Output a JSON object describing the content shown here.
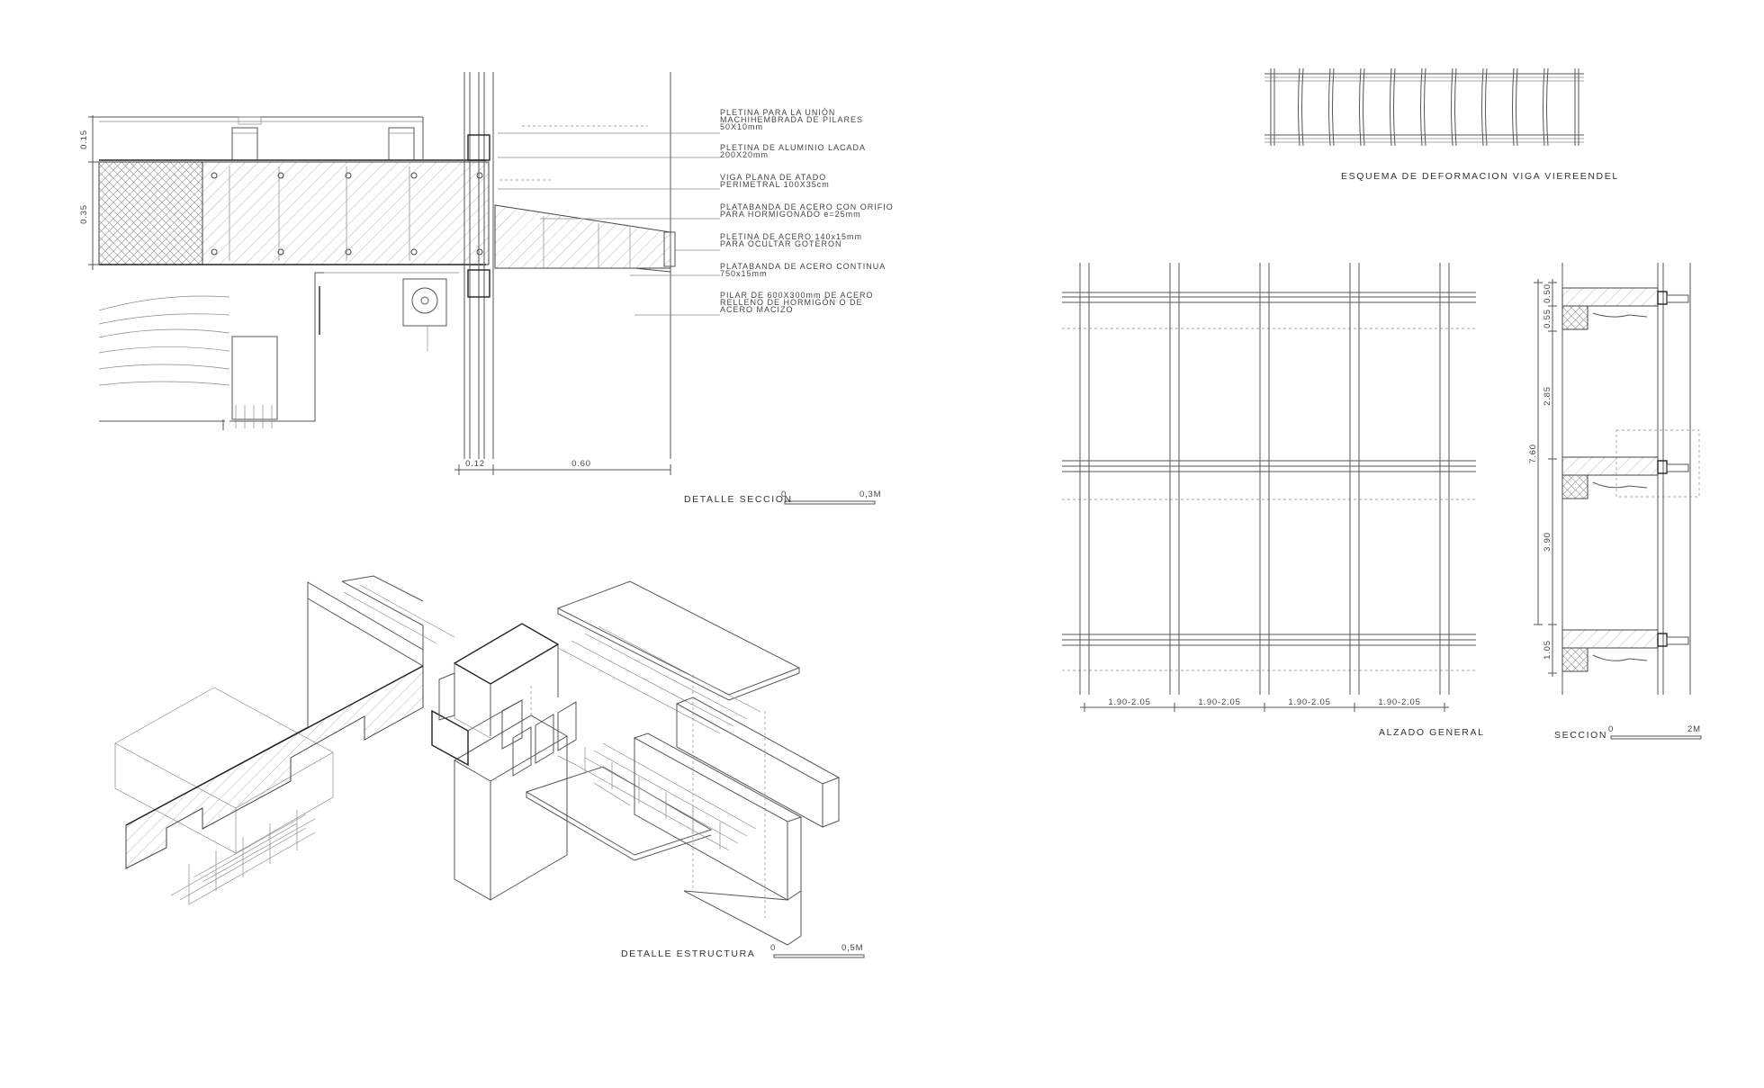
{
  "section_detail": {
    "title": "DETALLE SECCION",
    "scale_start": "0",
    "scale_end": "0,3M",
    "dims_vertical": [
      "0.15",
      "0.35"
    ],
    "dims_horizontal": [
      "0.12",
      "0.60"
    ],
    "annotations": [
      [
        "PLETINA PARA LA UNIÓN",
        "MACHIHEMBRADA DE PILARES",
        "50X10mm"
      ],
      [
        "PLETINA DE ALUMINIO LACADA",
        "200X20mm"
      ],
      [
        "VIGA PLANA DE ATADO",
        "PERIMETRAL 100X35cm"
      ],
      [
        "PLATABANDA DE ACERO CON ORIFIO",
        "PARA HORMIGONADO e=25mm"
      ],
      [
        "PLETINA DE ACERO 140x15mm",
        "PARA OCULTAR GOTERON"
      ],
      [
        "PLATABANDA DE ACERO CONTINUA",
        "750x15mm"
      ],
      [
        "PILAR DE 600X300mm DE ACERO",
        "RELLENO DE HORMIGÓN O DE",
        "ACERO MACIZO"
      ]
    ]
  },
  "deformation_scheme": {
    "title": "ESQUEMA DE DEFORMACION VIGA VIEREENDEL"
  },
  "elevation": {
    "title": "ALZADO GENERAL",
    "bay_dims": [
      "1.90-2.05",
      "1.90-2.05",
      "1.90-2.05",
      "1.90-2.05"
    ]
  },
  "side_section": {
    "title": "SECCION",
    "scale_start": "0",
    "scale_end": "2M",
    "dims_vertical": [
      "0.50",
      "0.55",
      "2.85",
      "7.60",
      "3.90",
      "1.05"
    ]
  },
  "structure_detail": {
    "title": "DETALLE ESTRUCTURA",
    "scale_start": "0",
    "scale_end": "0,5M"
  }
}
